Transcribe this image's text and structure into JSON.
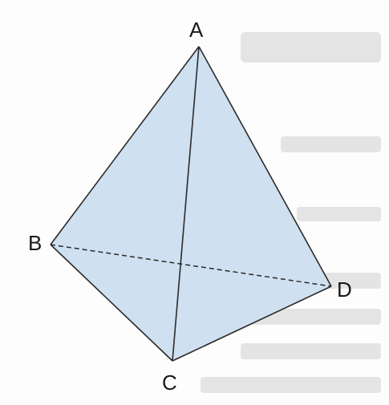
{
  "diagram": {
    "type": "tetrahedron",
    "vertices": [
      {
        "id": "A",
        "label": "A"
      },
      {
        "id": "B",
        "label": "B"
      },
      {
        "id": "C",
        "label": "C"
      },
      {
        "id": "D",
        "label": "D"
      }
    ],
    "visible_edges": [
      "AB",
      "AC",
      "AD",
      "BC",
      "CD"
    ],
    "hidden_edges": [
      "BD"
    ],
    "colors": {
      "face_fill": "#cfe0f0",
      "edge": "#2b2b2b",
      "label": "#1a1a1a"
    }
  }
}
